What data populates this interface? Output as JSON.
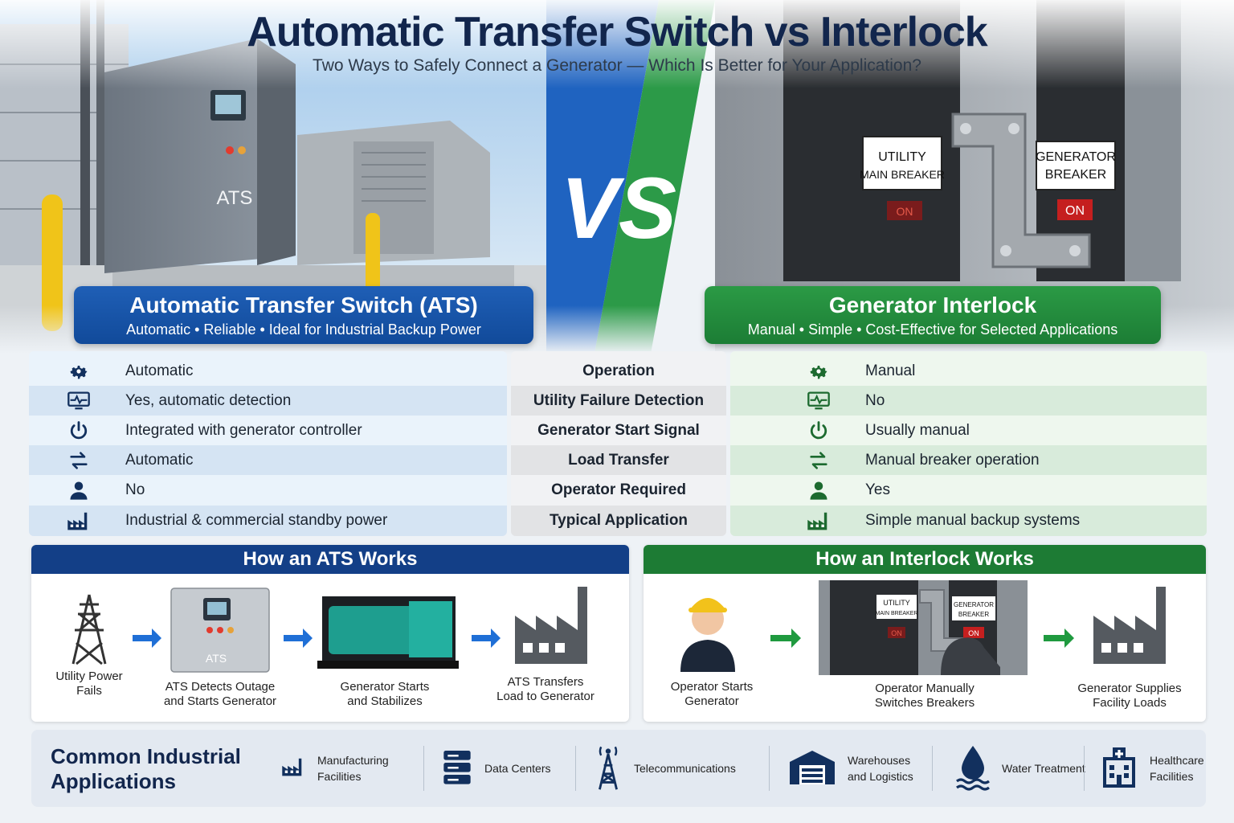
{
  "header": {
    "title": "Automatic Transfer Switch vs Interlock",
    "subtitle": "Two Ways to Safely Connect a Generator — Which Is Better for Your Application?"
  },
  "hero": {
    "ats_cabinet_label": "ATS",
    "vs_text": "VS",
    "utility_breaker_label_1": "UTILITY",
    "utility_breaker_label_2": "MAIN BREAKER",
    "generator_breaker_label_1": "GENERATOR",
    "generator_breaker_label_2": "BREAKER",
    "on_label_1": "ON",
    "on_label_2": "ON"
  },
  "ats_banner": {
    "title": "Automatic Transfer Switch (ATS)",
    "subtitle": "Automatic • Reliable • Ideal for Industrial Backup Power"
  },
  "interlock_banner": {
    "title": "Generator Interlock",
    "subtitle": "Manual • Simple • Cost-Effective for Selected Applications"
  },
  "comparison": {
    "rows": [
      {
        "icon": "gear-icon",
        "ats": "Automatic",
        "feature": "Operation",
        "interlock": "Manual"
      },
      {
        "icon": "monitor-pulse-icon",
        "ats": "Yes, automatic detection",
        "feature": "Utility Failure Detection",
        "interlock": "No"
      },
      {
        "icon": "power-icon",
        "ats": "Integrated with generator controller",
        "feature": "Generator Start Signal",
        "interlock": "Usually manual"
      },
      {
        "icon": "transfer-arrows-icon",
        "ats": "Automatic",
        "feature": "Load Transfer",
        "interlock": "Manual breaker operation"
      },
      {
        "icon": "person-icon",
        "ats": "No",
        "feature": "Operator Required",
        "interlock": "Yes"
      },
      {
        "icon": "factory-icon",
        "ats": "Industrial & commercial standby power",
        "feature": "Typical Application",
        "interlock": "Simple manual backup systems"
      }
    ]
  },
  "ats_panel": {
    "title": "How an ATS Works",
    "ats_box_label": "ATS",
    "steps": [
      {
        "line1": "Utility Power",
        "line2": "Fails"
      },
      {
        "line1": "ATS Detects Outage",
        "line2": "and Starts Generator"
      },
      {
        "line1": "Generator Starts",
        "line2": "and Stabilizes"
      },
      {
        "line1": "ATS Transfers",
        "line2": "Load to Generator"
      }
    ]
  },
  "interlock_panel": {
    "title": "How an Interlock Works",
    "mini_labels": {
      "utility_1": "UTILITY",
      "utility_2": "MAIN BREAKER",
      "generator_1": "GENERATOR",
      "generator_2": "BREAKER",
      "on_1": "ON",
      "on_2": "ON"
    },
    "steps": [
      {
        "line1": "Operator Starts",
        "line2": "Generator"
      },
      {
        "line1": "Operator Manually",
        "line2": "Switches Breakers"
      },
      {
        "line1": "Generator Supplies",
        "line2": "Facility Loads"
      }
    ]
  },
  "applications": {
    "title_line1": "Common Industrial",
    "title_line2": "Applications",
    "items": [
      {
        "icon": "factory-icon",
        "line1": "Manufacturing",
        "line2": "Facilities"
      },
      {
        "icon": "server-icon",
        "line1": "Data Centers",
        "line2": ""
      },
      {
        "icon": "tower-icon",
        "line1": "Telecommunications",
        "line2": ""
      },
      {
        "icon": "warehouse-icon",
        "line1": "Warehouses",
        "line2": "and Logistics"
      },
      {
        "icon": "water-drop-icon",
        "line1": "Water Treatment",
        "line2": ""
      },
      {
        "icon": "hospital-icon",
        "line1": "Healthcare",
        "line2": "Facilities"
      }
    ]
  },
  "colors": {
    "navy": "#12264d",
    "ats_blue": "#114a9a",
    "interlock_green": "#1c7d35",
    "arrow_blue": "#1f6fd6",
    "arrow_green": "#1f9a3f"
  }
}
